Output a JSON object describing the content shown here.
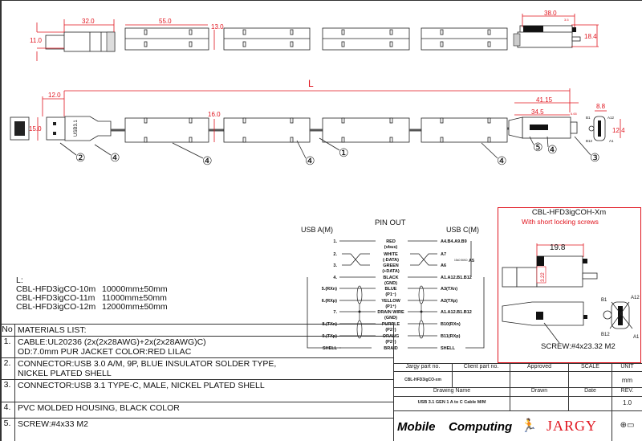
{
  "dimensions_top": {
    "d1": "32.0",
    "d2": "11.0",
    "d3": "55.0",
    "d4": "13.0",
    "d5": "38.0",
    "d6": "3.5",
    "d7": "18.4"
  },
  "dimensions_mid": {
    "L": "L",
    "a": "12.0",
    "b": "15.0",
    "c": "16.0",
    "d": "41.15",
    "e": "34.5",
    "f": "6.65",
    "g": "8.8",
    "h": "12.4"
  },
  "callouts": [
    "②",
    "④",
    "④",
    "④",
    "①",
    "④",
    "⑤",
    "④",
    "③"
  ],
  "plug_label": "USB3.1",
  "pin_face_labels": {
    "b1": "B1",
    "a12": "A12",
    "b12": "B12",
    "a1": "A1"
  },
  "length_table": {
    "title": "L:",
    "rows": [
      {
        "part": "CBL-HFD3igCO-10m",
        "length": "10000mm±50mm"
      },
      {
        "part": "CBL-HFD3igCO-11m",
        "length": "11000mm±50mm"
      },
      {
        "part": "CBL-HFD3igCO-12m",
        "length": "12000mm±50mm"
      }
    ]
  },
  "pinout": {
    "title": "PIN OUT",
    "left_header": "USB A(M)",
    "right_header": "USB C(M)",
    "ref_note": "10kΩ 56KΩ",
    "ref_pin": "A5",
    "rows": [
      {
        "left": "1.",
        "wire": "RED",
        "sub": "(vbus)",
        "right": "A4.B4.A9.B9"
      },
      {
        "left": "2.",
        "wire": "WHITE",
        "sub": "(-DATA)",
        "right": "A7"
      },
      {
        "left": "3.",
        "wire": "GREEN",
        "sub": "(+DATA)",
        "right": "A6"
      },
      {
        "left": "4.",
        "wire": "BLACK",
        "sub": "(GND)",
        "right": "A1.A12.B1.B12"
      },
      {
        "left": "5.(RXn)",
        "wire": "BLUE",
        "sub": "(P1⁻)",
        "right": "A3(TXn)"
      },
      {
        "left": "6.(RXp)",
        "wire": "YELLOW",
        "sub": "(P1⁺)",
        "right": "A2(TXp)"
      },
      {
        "left": "7.",
        "wire": "DRAIN WIRE",
        "sub": "(GND)",
        "right": "A1.A12.B1.B12"
      },
      {
        "left": "8.(TXn)",
        "wire": "PURPLE",
        "sub": "(P2⁻)",
        "right": "B10(RXn)"
      },
      {
        "left": "9.(TXp)",
        "wire": "ORANG",
        "sub": "(P2⁺)",
        "right": "B11(RXp)"
      },
      {
        "left": "SHELL",
        "wire": "BRAID",
        "sub": "",
        "right": "SHELL"
      }
    ]
  },
  "variant": {
    "title": "CBL-HFD3igCOH-Xm",
    "subtitle": "With short locking screws",
    "dim1": "19.8",
    "dim2": "3.22",
    "screw": "SCREW:#4x23.32 M2",
    "b1": "B1",
    "a12": "A12",
    "b12": "B12",
    "a1": "A1"
  },
  "materials": {
    "header_no": "No",
    "header": "MATERIALS LIST:",
    "rows": [
      {
        "no": "1.",
        "line1": "CABLE:UL20236 (2x(2x28AWG)+2x(2x28AWG)C)",
        "line2": "OD:7.0mm  PUR JACKET COLOR:RED LILAC"
      },
      {
        "no": "2.",
        "line1": "CONNECTOR:USB 3.0 A/M, 9P, BLUE INSULATOR SOLDER TYPE,",
        "line2": "NICKEL PLATED SHELL"
      },
      {
        "no": "3.",
        "line1": "CONNECTOR:USB 3.1 TYPE-C, MALE, NICKEL PLATED SHELL",
        "line2": ""
      },
      {
        "no": "4.",
        "line1": "PVC MOLDED HOUSING, BLACK COLOR",
        "line2": ""
      },
      {
        "no": "5.",
        "line1": "SCREW:#4x33 M2",
        "line2": ""
      }
    ]
  },
  "title_block": {
    "jargy_part_label": "Jargy part no.",
    "client_part_label": "Client part no.",
    "approved_label": "Approved",
    "scale_label": "SCALE",
    "unit_label": "UNIT",
    "jargy_part": "CBL-HFD3igCO-xm",
    "unit": "mm",
    "drawing_name_label": "Drawing Name",
    "drawn_label": "Drawn",
    "date_label": "Date",
    "rev_label": "REV.",
    "drawing_name": "USB 3.1 GEN 1 A to C Cable M/M",
    "rev": "1.0",
    "logo1": "Mobile",
    "logo2": "Computing",
    "logo3": "JARGY"
  },
  "colors": {
    "accent": "#e0141e",
    "line": "#222222"
  }
}
